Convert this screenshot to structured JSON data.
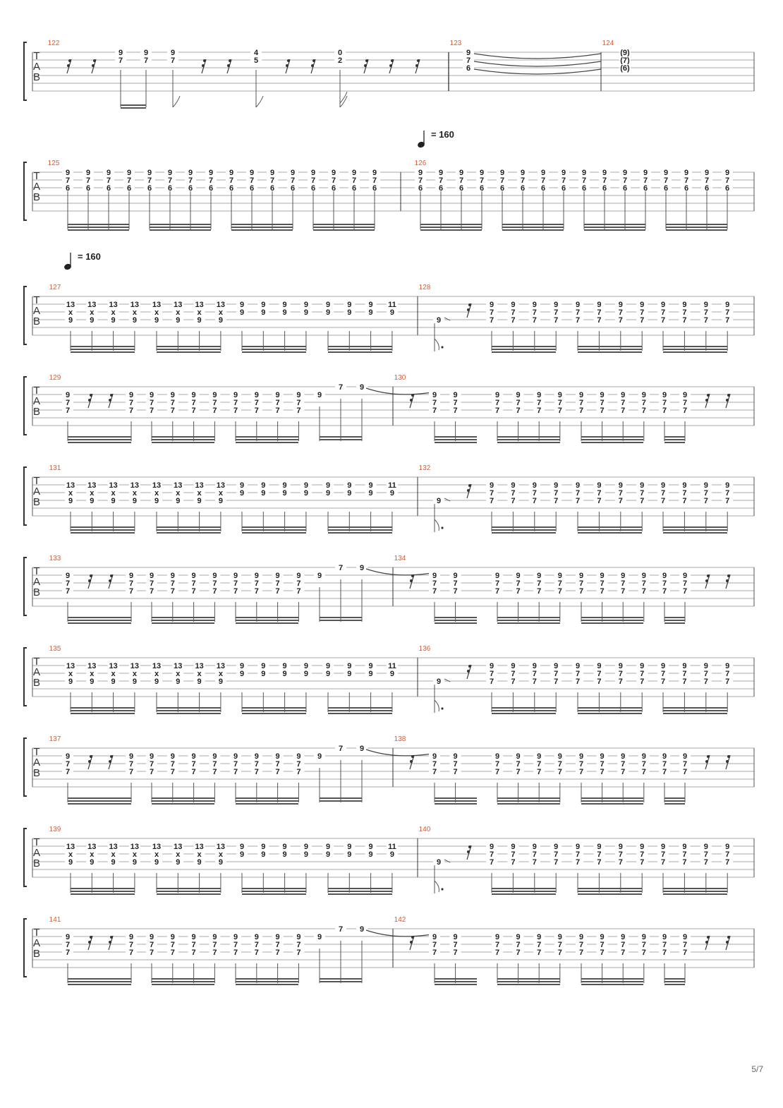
{
  "page": {
    "number": "5/7"
  },
  "tab_labels": [
    "T",
    "A",
    "B"
  ],
  "tempo": {
    "symbol": "♩",
    "text": "= 160"
  },
  "systems": [
    {
      "bars": [
        {
          "number": "122",
          "beats": [
            {
              "type": "rest"
            },
            {
              "type": "rest"
            },
            {
              "type": "note",
              "frets": [
                "9",
                "7"
              ]
            },
            {
              "type": "note",
              "frets": [
                "9",
                "7"
              ]
            },
            {
              "type": "note",
              "frets": [
                "9",
                "7"
              ]
            },
            {
              "type": "rest"
            },
            {
              "type": "rest"
            },
            {
              "type": "note",
              "frets": [
                "4",
                "5"
              ]
            },
            {
              "type": "rest"
            },
            {
              "type": "rest"
            },
            {
              "type": "note",
              "frets": [
                "0",
                "2"
              ]
            },
            {
              "type": "rest"
            },
            {
              "type": "rest"
            },
            {
              "type": "rest"
            }
          ]
        },
        {
          "number": "123",
          "beats": [
            {
              "type": "note",
              "frets": [
                "9",
                "7",
                "6"
              ]
            }
          ]
        },
        {
          "number": "124",
          "beats": [
            {
              "type": "note",
              "frets": [
                "(9)",
                "(7)",
                "(6)"
              ]
            }
          ]
        }
      ]
    },
    {
      "tempo": true,
      "bars": [
        {
          "number": "125",
          "chord": [
            "9",
            "7",
            "6"
          ],
          "count": 16
        },
        {
          "number": "126",
          "chord": [
            "9",
            "7",
            "6"
          ],
          "count": 16
        }
      ]
    },
    {
      "tempo": true,
      "bars": [
        {
          "number": "127",
          "pattern": "A"
        },
        {
          "number": "128",
          "pattern": "B"
        }
      ]
    },
    {
      "bars": [
        {
          "number": "129",
          "pattern": "C"
        },
        {
          "number": "130",
          "pattern": "D"
        }
      ]
    },
    {
      "bars": [
        {
          "number": "131",
          "pattern": "A"
        },
        {
          "number": "132",
          "pattern": "B"
        }
      ]
    },
    {
      "bars": [
        {
          "number": "133",
          "pattern": "C"
        },
        {
          "number": "134",
          "pattern": "D"
        }
      ]
    },
    {
      "bars": [
        {
          "number": "135",
          "pattern": "A"
        },
        {
          "number": "136",
          "pattern": "B"
        }
      ]
    },
    {
      "bars": [
        {
          "number": "137",
          "pattern": "C"
        },
        {
          "number": "138",
          "pattern": "D"
        }
      ]
    },
    {
      "bars": [
        {
          "number": "139",
          "pattern": "A"
        },
        {
          "number": "140",
          "pattern": "B"
        }
      ]
    },
    {
      "bars": [
        {
          "number": "141",
          "pattern": "C"
        },
        {
          "number": "142",
          "pattern": "D"
        }
      ]
    }
  ],
  "patterns": {
    "A": {
      "dead_chord": [
        "13",
        "x",
        "9"
      ],
      "power_chord": [
        "9",
        "9"
      ],
      "last_chord": [
        "11",
        "9"
      ]
    },
    "B": {
      "slide_note": "9",
      "chord": [
        "9",
        "7",
        "7"
      ]
    },
    "C": {
      "chord": [
        "9",
        "7",
        "7"
      ],
      "single": [
        "9",
        "7",
        "9"
      ]
    },
    "D": {
      "chord": [
        "9",
        "7",
        "7"
      ]
    }
  }
}
